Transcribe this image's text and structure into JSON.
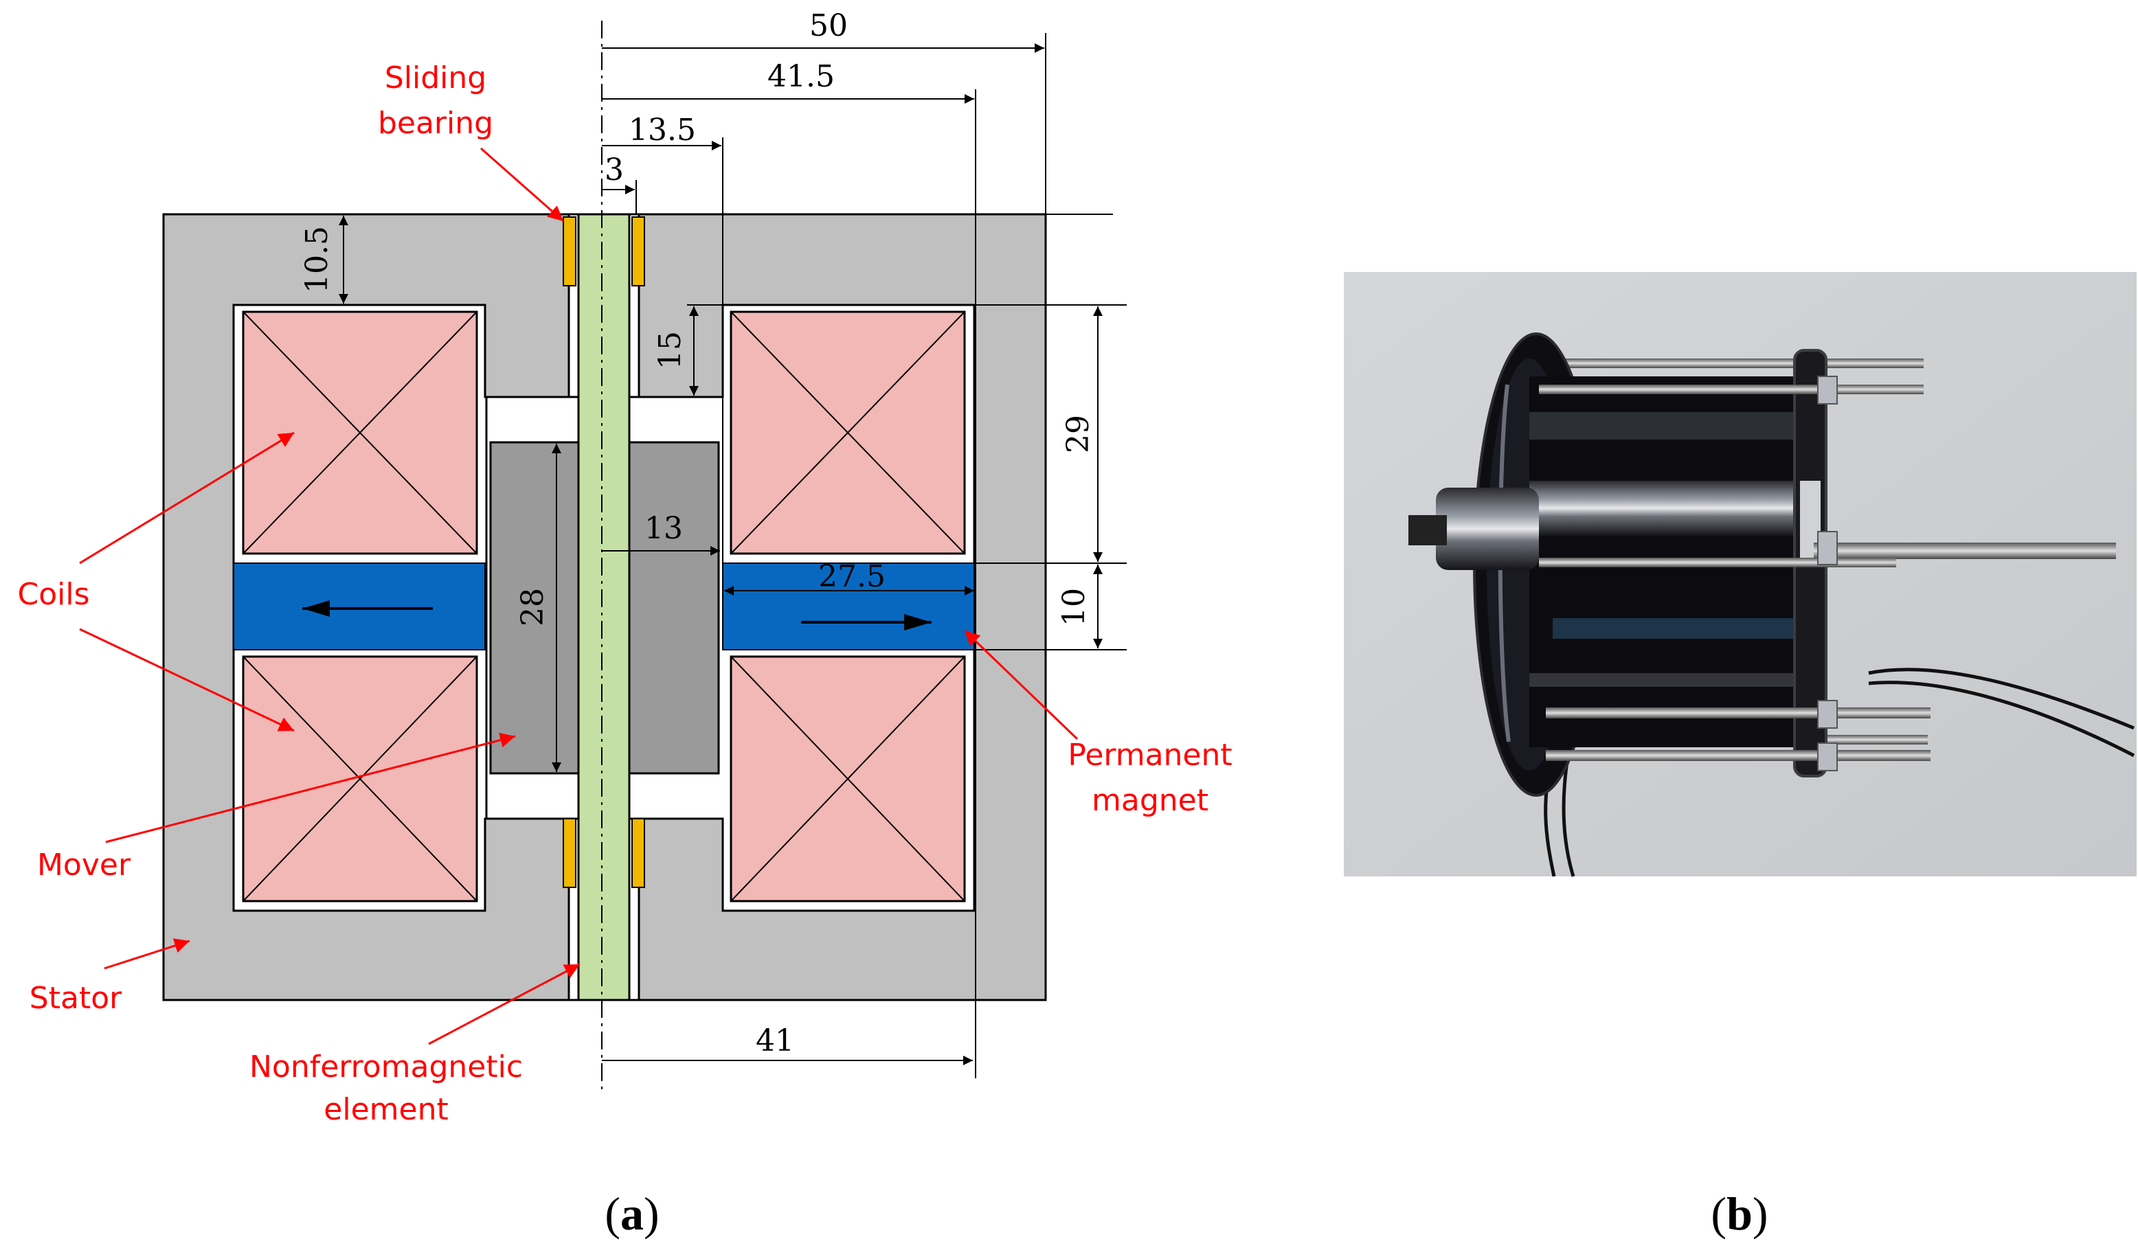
{
  "panel_a": {
    "label_open": "(",
    "label_letter": "a",
    "label_close": ")",
    "dimensions": {
      "d50": "50",
      "d41_5": "41.5",
      "d13_5": "13.5",
      "d3": "3",
      "d10_5": "10.5",
      "d15": "15",
      "d29": "29",
      "d13": "13",
      "d28": "28",
      "d27_5": "27.5",
      "d10": "10",
      "d41": "41"
    },
    "callouts": {
      "sliding_bearing_line1": "Sliding",
      "sliding_bearing_line2": "bearing",
      "coils": "Coils",
      "mover": "Mover",
      "stator": "Stator",
      "nonferro_line1": "Nonferromagnetic",
      "nonferro_line2": "element",
      "pm_line1": "Permanent",
      "pm_line2": "magnet"
    },
    "colors": {
      "stator": "#c0c0c0",
      "coil": "#f2b8b6",
      "magnet": "#0868c0",
      "mover": "#9a9a9a",
      "shaft": "#c5e0a5",
      "bearing": "#f0b800",
      "callout": "#ff0000"
    }
  },
  "panel_b": {
    "label_open": "(",
    "label_letter": "b",
    "label_close": ")",
    "photo": "photograph of the assembled actuator prototype"
  }
}
